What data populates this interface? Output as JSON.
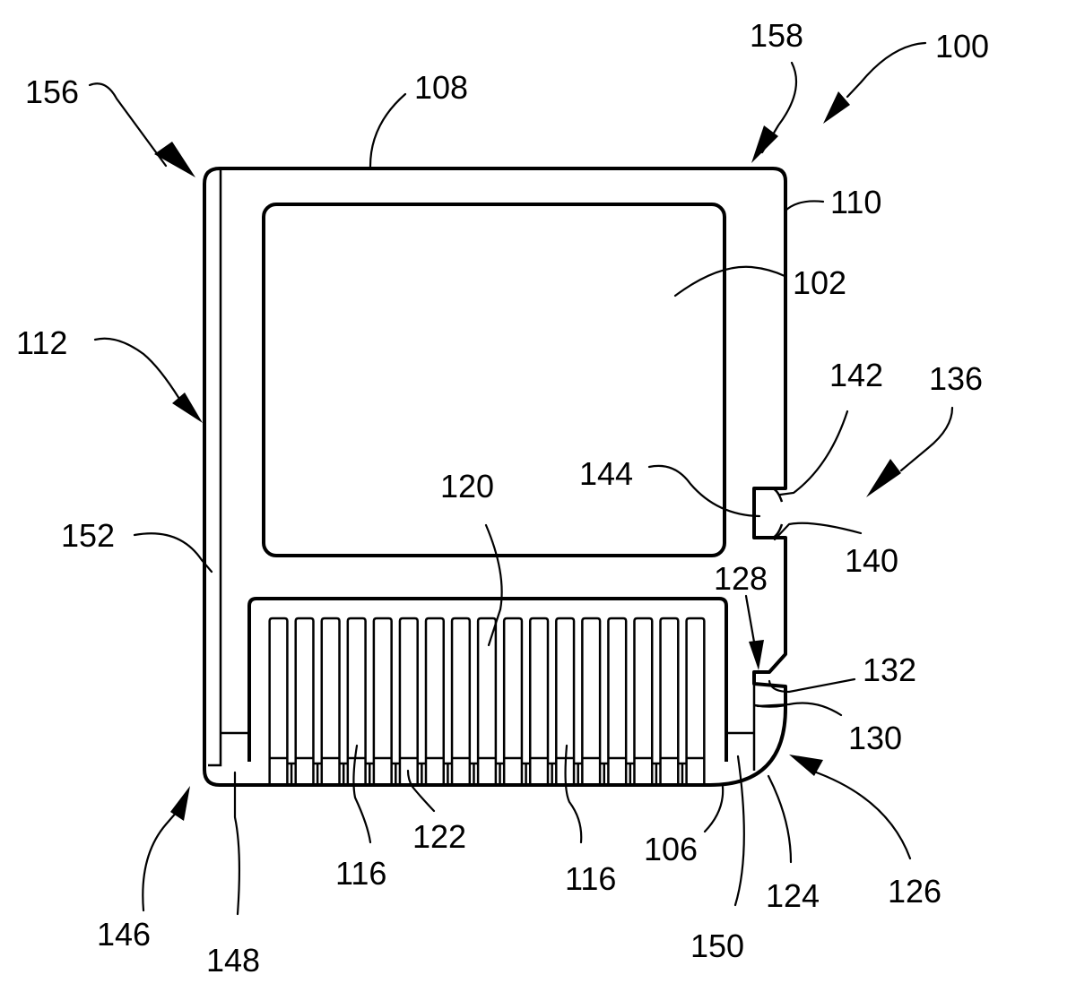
{
  "figure": {
    "title": "Memory card - front view patent drawing",
    "contact_count": 17,
    "colors": {
      "line": "#000000",
      "background": "#ffffff"
    },
    "labels": {
      "l100": "100",
      "l102": "102",
      "l106": "106",
      "l108": "108",
      "l110": "110",
      "l112": "112",
      "l116a": "116",
      "l116b": "116",
      "l120": "120",
      "l122": "122",
      "l124": "124",
      "l126": "126",
      "l128": "128",
      "l130": "130",
      "l132": "132",
      "l136": "136",
      "l140": "140",
      "l142": "142",
      "l144": "144",
      "l146": "146",
      "l148": "148",
      "l150": "150",
      "l152": "152",
      "l156": "156",
      "l158": "158"
    }
  }
}
